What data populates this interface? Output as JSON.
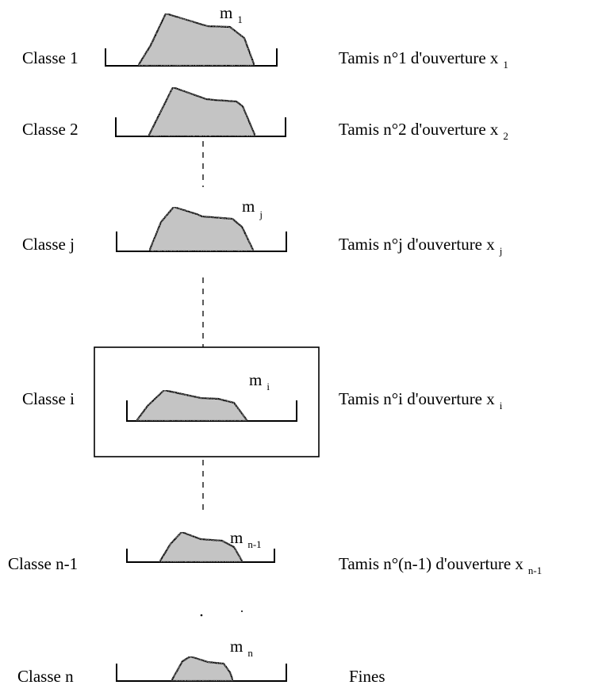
{
  "rows": [
    {
      "classe": "Classe 1",
      "mass_main": "m",
      "mass_sub": "1",
      "sieve_main": "Tamis n°1 d'ouverture x",
      "sieve_sub": "1"
    },
    {
      "classe": "Classe 2",
      "mass_main": "",
      "mass_sub": "",
      "sieve_main": "Tamis n°2 d'ouverture x",
      "sieve_sub": "2"
    },
    {
      "classe": "Classe j",
      "mass_main": "m",
      "mass_sub": "j",
      "sieve_main": "Tamis n°j d'ouverture x",
      "sieve_sub": "j"
    },
    {
      "classe": "Classe i",
      "mass_main": "m",
      "mass_sub": "i",
      "sieve_main": "Tamis n°i d'ouverture x",
      "sieve_sub": "i",
      "highlighted": true
    },
    {
      "classe": "Classe n-1",
      "mass_main": "m",
      "mass_sub": "n-1",
      "sieve_main": "Tamis n°(n-1) d'ouverture x",
      "sieve_sub": "n-1"
    },
    {
      "classe": "Classe n",
      "mass_main": "m",
      "mass_sub": "n",
      "sieve_main": "Fines",
      "sieve_sub": ""
    }
  ],
  "colors": {
    "heap_fill": "#c4c4c4",
    "line": "#000000",
    "background": "#ffffff"
  }
}
